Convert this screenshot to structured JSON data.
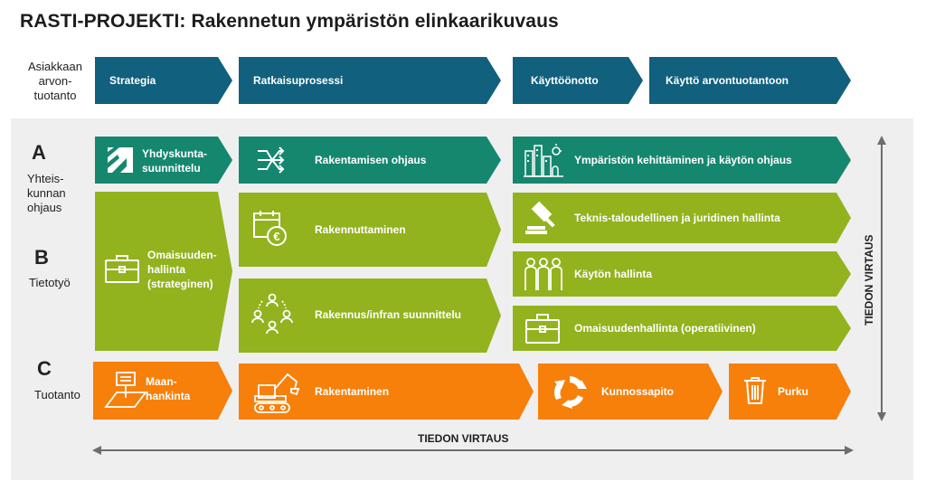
{
  "title": "RASTI-PROJEKTI: Rakennetun ympäristön elinkaarikuvaus",
  "row_labels": {
    "value": [
      "Asiakkaan",
      "arvon-",
      "tuotanto"
    ],
    "a_letter": "A",
    "a_text": [
      "Yhteis-",
      "kunnan",
      "ohjaus"
    ],
    "b_letter": "B",
    "b_text": "Tietotyö",
    "c_letter": "C",
    "c_text": "Tuotanto"
  },
  "phases": [
    "Strategia",
    "Ratkaisuprosessi",
    "Käyttöönotto",
    "Käyttö arvontuotantoon"
  ],
  "row_a": {
    "yhdyskunta": [
      "Yhdyskunta-",
      "suunnittelu"
    ],
    "rakentamisen_ohjaus": "Rakentamisen ohjaus",
    "ymparisto": "Ympäristön kehittäminen ja käytön ohjaus"
  },
  "row_b": {
    "omaisuus_strat": [
      "Omaisuuden-",
      "hallinta",
      "(strateginen)"
    ],
    "rakennuttaminen": "Rakennuttaminen",
    "suunnittelu": "Rakennus/infran suunnittelu",
    "teknis": "Teknis-taloudellinen ja juridinen hallinta",
    "kayton_hallinta": "Käytön hallinta",
    "omaisuus_oper": "Omaisuudenhallinta (operatiivinen)"
  },
  "row_c": {
    "maanhankinta": [
      "Maan-",
      "hankinta"
    ],
    "rakentaminen": "Rakentaminen",
    "kunnossapito": "Kunnossapito",
    "purku": "Purku"
  },
  "flow": {
    "horizontal": "TIEDON VIRTAUS",
    "vertical": "TIEDON VIRTAUS"
  },
  "colors": {
    "navy": "#11607d",
    "teal": "#16876f",
    "green": "#92b31e",
    "orange": "#f7800a",
    "panel": "#efefef"
  }
}
